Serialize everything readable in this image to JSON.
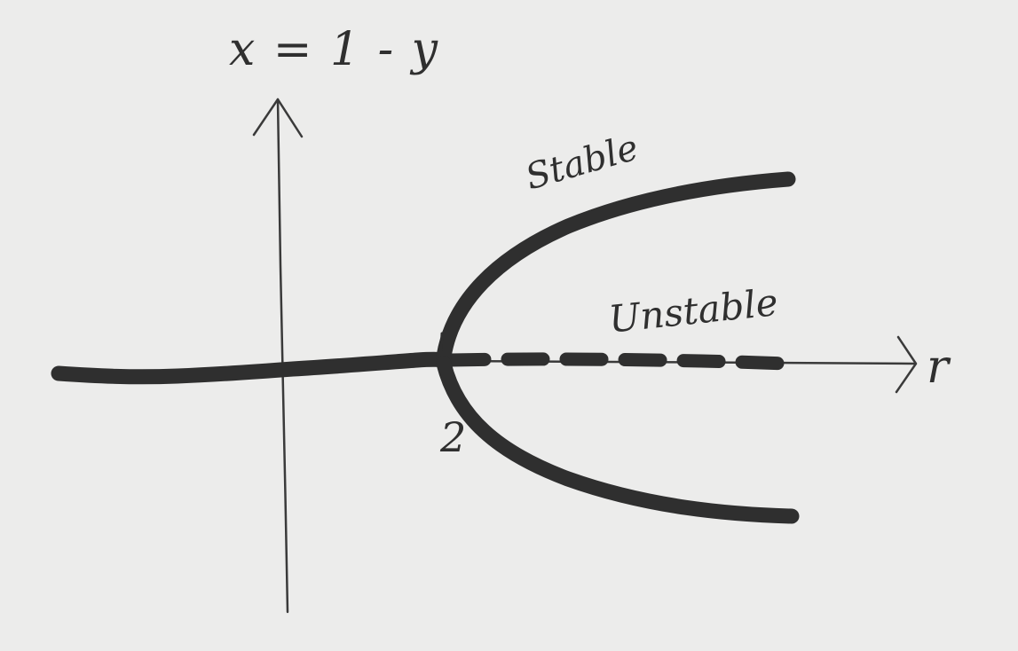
{
  "colors": {
    "background": "#ececeb",
    "ink": "#2f2f2f",
    "thin_ink": "#3a3a3a"
  },
  "labels": {
    "y_axis": "x = 1 - y",
    "x_axis": "r",
    "stable": "Stable",
    "unstable": "Unstable",
    "bifurcation_value": "2"
  },
  "branches": {
    "stable_before": "solid",
    "stable_after": "solid",
    "unstable_after": "dashed"
  }
}
